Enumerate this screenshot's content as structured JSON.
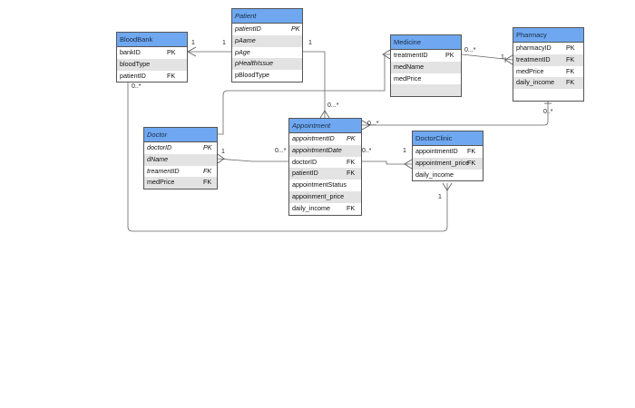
{
  "entities": [
    {
      "id": "bloodbank",
      "title": "BloodBank",
      "italic": false,
      "rows": [
        {
          "name": "bankID",
          "key": "PK"
        },
        {
          "name": "bloodType",
          "key": ""
        },
        {
          "name": "patientID",
          "key": "FK"
        }
      ]
    },
    {
      "id": "patient",
      "title": "Patient",
      "italic": true,
      "rows": [
        {
          "name": "patientID",
          "key": "PK",
          "italic": true
        },
        {
          "name": "pAame",
          "key": "",
          "italic": true
        },
        {
          "name": "pAge",
          "key": "",
          "italic": true
        },
        {
          "name": "pHealthIssue",
          "key": "",
          "italic": true
        },
        {
          "name": "pBloodType",
          "key": ""
        }
      ]
    },
    {
      "id": "medicine",
      "title": "Medicine",
      "italic": false,
      "rows": [
        {
          "name": "treatmentID",
          "key": "PK"
        },
        {
          "name": "medName",
          "key": ""
        },
        {
          "name": "medPrice",
          "key": ""
        },
        {
          "name": "",
          "key": ""
        }
      ]
    },
    {
      "id": "pharmacy",
      "title": "Pharmacy",
      "italic": false,
      "rows": [
        {
          "name": "pharmacyID",
          "key": "PK"
        },
        {
          "name": "treatmentID",
          "key": "FK"
        },
        {
          "name": "medPrice",
          "key": "FK"
        },
        {
          "name": "daily_income",
          "key": "FK"
        },
        {
          "name": "",
          "key": ""
        }
      ]
    },
    {
      "id": "doctor",
      "title": "Doctor",
      "italic": true,
      "rows": [
        {
          "name": "doctorID",
          "key": "PK",
          "italic": true
        },
        {
          "name": "dName",
          "key": "",
          "italic": true
        },
        {
          "name": "treamentID",
          "key": "FK",
          "italic": true
        },
        {
          "name": "medPrice",
          "key": "FK"
        }
      ]
    },
    {
      "id": "appointment",
      "title": "Appointment",
      "italic": true,
      "rows": [
        {
          "name": "appointmentID",
          "key": "PK",
          "italic": true
        },
        {
          "name": "appointmentDate",
          "key": "",
          "italic": true
        },
        {
          "name": "doctorID",
          "key": "FK"
        },
        {
          "name": "patientID",
          "key": "FK"
        },
        {
          "name": "appointmentStatus",
          "key": ""
        },
        {
          "name": "appoinment_price",
          "key": ""
        },
        {
          "name": "daily_income",
          "key": "FK"
        }
      ]
    },
    {
      "id": "doctorclinic",
      "title": "DoctorClinic",
      "italic": false,
      "rows": [
        {
          "name": "appointmentID",
          "key": "FK"
        },
        {
          "name": "appointment_price",
          "key": "FK"
        },
        {
          "name": "daily_income",
          "key": ""
        }
      ]
    }
  ],
  "multiplicities": {
    "bb_patient_a": "1",
    "bb_patient_b": "1",
    "patient_appt": "1",
    "appt_patient": "0...*",
    "bb_clinic_a": "0..*",
    "bb_clinic_b": "1",
    "med_pharm_a": "0...*",
    "med_pharm_b": "1",
    "pharm_appt_a": "0..*",
    "pharm_appt_b": "0...*",
    "doctor_appt_a": "1",
    "doctor_appt_b": "0...*",
    "appt_clinic_a": "0..*",
    "appt_clinic_b": "1"
  }
}
